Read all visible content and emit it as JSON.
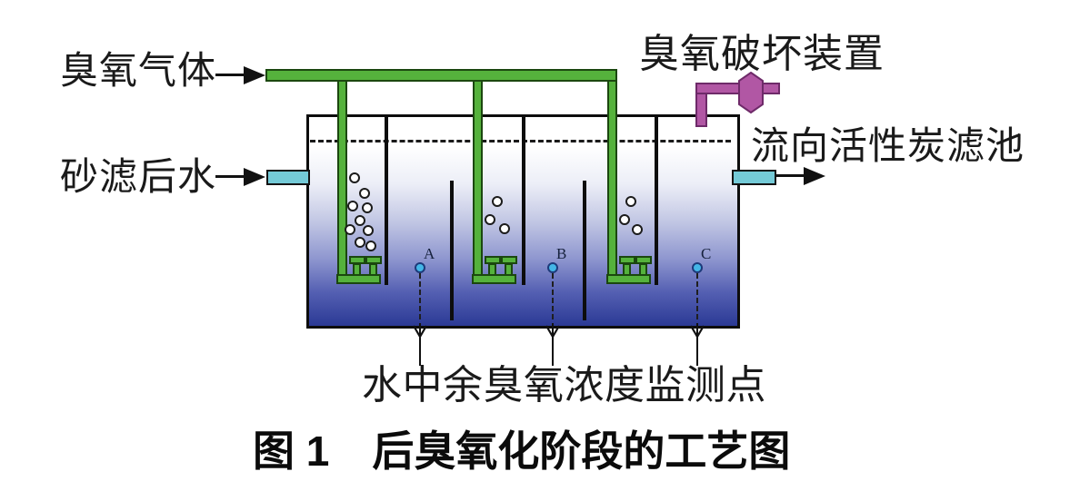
{
  "figure": {
    "type": "process-diagram",
    "labels": {
      "ozone_gas": "臭氧气体",
      "sand_filtered_water": "砂滤后水",
      "ozone_destruction_device": "臭氧破坏装置",
      "to_activated_carbon_filter": "流向活性炭滤池",
      "monitoring_points": "水中余臭氧浓度监测点"
    },
    "monitoring_points": [
      "A",
      "B",
      "C"
    ],
    "caption": {
      "number": "图 1",
      "title": "后臭氧化阶段的工艺图"
    },
    "colors": {
      "pipe_green": "#55b23c",
      "pipe_green_outline": "#1b470f",
      "pipe_cyan": "#74cad7",
      "purple": "#b157a4",
      "purple_outline": "#6e2a69",
      "water_deep_blue": "#2b3a95",
      "monitor_dot_blue": "#44b6e7",
      "monitor_dot_outline": "#1d3a7a"
    }
  }
}
